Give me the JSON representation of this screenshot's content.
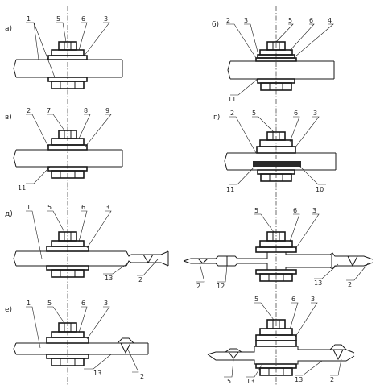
{
  "panels": [
    {
      "letter": "а)",
      "labels": [
        "1",
        "5",
        "6",
        "3"
      ]
    },
    {
      "letter": "б)",
      "labels": [
        "2",
        "3",
        "5",
        "6",
        "4",
        "11"
      ]
    },
    {
      "letter": "в)",
      "labels": [
        "2",
        "7",
        "8",
        "9",
        "11"
      ]
    },
    {
      "letter": "г)",
      "labels": [
        "2",
        "5",
        "6",
        "3",
        "11",
        "10"
      ]
    },
    {
      "letter": "д)",
      "labels": [
        "1",
        "5",
        "6",
        "3",
        "13",
        "2"
      ]
    },
    {
      "letter": "",
      "labels": [
        "5",
        "6",
        "3",
        "2",
        "12",
        "13",
        "2"
      ]
    },
    {
      "letter": "е)",
      "labels": [
        "1",
        "5",
        "6",
        "3",
        "13",
        "2"
      ]
    },
    {
      "letter": "",
      "labels": [
        "5",
        "6",
        "3",
        "5",
        "13",
        "13",
        "2"
      ]
    }
  ]
}
